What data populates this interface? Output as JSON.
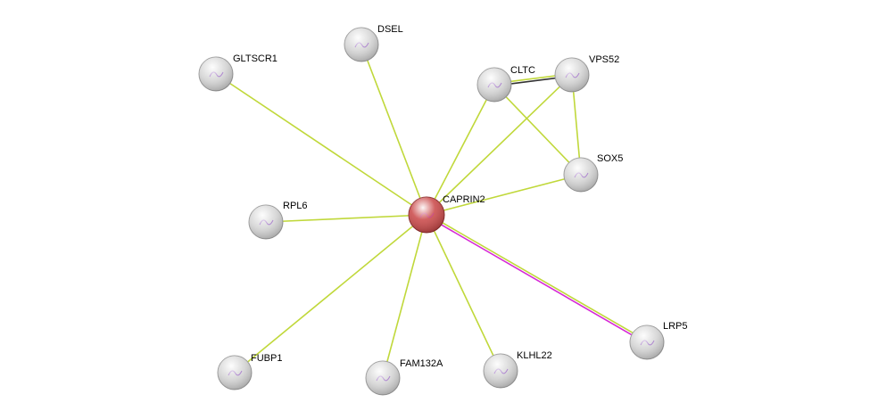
{
  "network": {
    "query_node": "CAPRIN2",
    "nodes": [
      {
        "id": "CAPRIN2",
        "color": "#c94545",
        "query": true
      },
      {
        "id": "DSEL",
        "color": "#d8d8d8"
      },
      {
        "id": "GLTSCR1",
        "color": "#d8d8d8"
      },
      {
        "id": "CLTC",
        "color": "#d8d8d8"
      },
      {
        "id": "VPS52",
        "color": "#d8d8d8"
      },
      {
        "id": "SOX5",
        "color": "#d8d8d8"
      },
      {
        "id": "RPL6",
        "color": "#d8d8d8"
      },
      {
        "id": "LRP5",
        "color": "#d8d8d8"
      },
      {
        "id": "FUBP1",
        "color": "#d8d8d8"
      },
      {
        "id": "FAM132A",
        "color": "#d8d8d8"
      },
      {
        "id": "KLHL22",
        "color": "#d8d8d8"
      }
    ],
    "edges": [
      {
        "a": "CAPRIN2",
        "b": "DSEL",
        "evidence": [
          "textmining"
        ]
      },
      {
        "a": "CAPRIN2",
        "b": "GLTSCR1",
        "evidence": [
          "textmining"
        ]
      },
      {
        "a": "CAPRIN2",
        "b": "CLTC",
        "evidence": [
          "textmining"
        ]
      },
      {
        "a": "CAPRIN2",
        "b": "VPS52",
        "evidence": [
          "textmining"
        ]
      },
      {
        "a": "CAPRIN2",
        "b": "SOX5",
        "evidence": [
          "textmining"
        ]
      },
      {
        "a": "CAPRIN2",
        "b": "RPL6",
        "evidence": [
          "textmining"
        ]
      },
      {
        "a": "CAPRIN2",
        "b": "LRP5",
        "evidence": [
          "textmining",
          "experiments"
        ]
      },
      {
        "a": "CAPRIN2",
        "b": "FUBP1",
        "evidence": [
          "textmining"
        ]
      },
      {
        "a": "CAPRIN2",
        "b": "FAM132A",
        "evidence": [
          "textmining"
        ]
      },
      {
        "a": "CAPRIN2",
        "b": "KLHL22",
        "evidence": [
          "textmining"
        ]
      },
      {
        "a": "CLTC",
        "b": "VPS52",
        "evidence": [
          "textmining",
          "coexpression"
        ]
      },
      {
        "a": "CLTC",
        "b": "SOX5",
        "evidence": [
          "textmining"
        ]
      },
      {
        "a": "VPS52",
        "b": "SOX5",
        "evidence": [
          "textmining"
        ]
      }
    ],
    "evidence_colors": {
      "textmining": "#c0d83a",
      "experiments": "#d62ad6",
      "coexpression": "#333333"
    }
  }
}
